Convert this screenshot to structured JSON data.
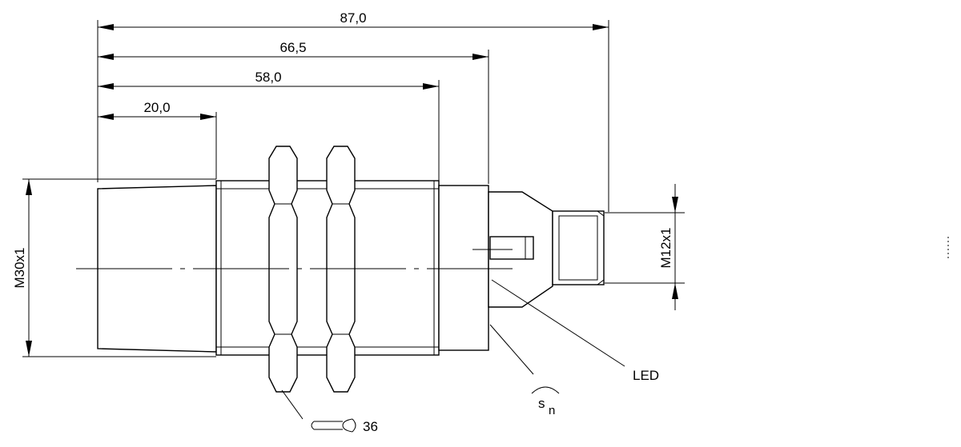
{
  "dimensions": {
    "overall_length": "87,0",
    "housing_length": "66,5",
    "thread_length": "58,0",
    "sensing_face_length": "20,0",
    "housing_thread": "M30x1",
    "connector_thread": "M12x1"
  },
  "callouts": {
    "led": "LED",
    "wrench_size": "36",
    "sensing_distance_symbol": "s",
    "sensing_distance_subscript": "n"
  },
  "colors": {
    "line": "#000000",
    "background": "#ffffff"
  },
  "icons": {
    "wrench": "wrench-icon",
    "sensing_wave": "sensing-wave-icon"
  }
}
